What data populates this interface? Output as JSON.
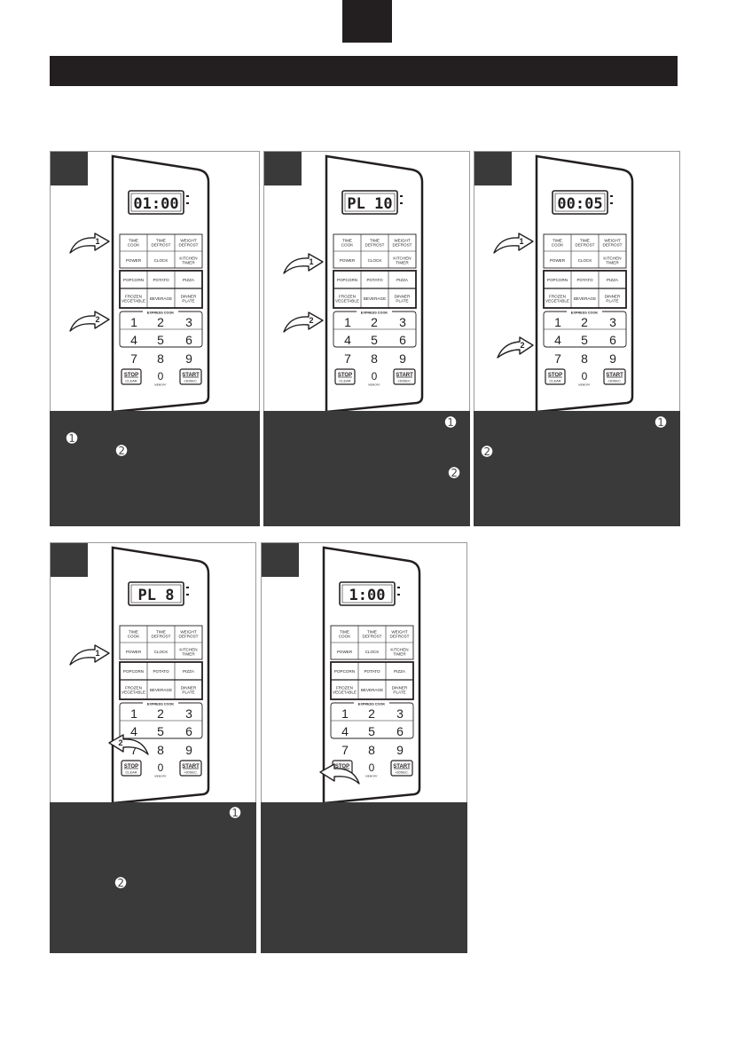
{
  "panels": [
    {
      "display": "01:00",
      "pads": {
        "row1": [
          "TIME\nCOOK",
          "TIME\nDEFROST",
          "WEIGHT\nDEFROST"
        ],
        "row2": [
          "POWER",
          "CLOCK",
          "KITCHEN\nTIMER"
        ],
        "row3": [
          "POPCORN",
          "POTATO",
          "PIZZA"
        ],
        "row4": [
          "FROZEN\nVEGETABLE",
          "BEVERAGE",
          "DINNER\nPLATE"
        ],
        "express": "EXPRESS COOK",
        "digits": [
          "1",
          "2",
          "3",
          "4",
          "5",
          "6",
          "7",
          "8",
          "9",
          "0"
        ],
        "memory": "MEMORY",
        "stop": "STOP",
        "clear": "CLEAR",
        "start": "START",
        "plus30": "+30SEC."
      },
      "arrows": [
        "1",
        "2"
      ]
    },
    {
      "display": "PL 10",
      "arrows": [
        "1",
        "2"
      ]
    },
    {
      "display": "00:05",
      "arrows": [
        "1",
        "2"
      ]
    },
    {
      "display": "PL 8",
      "arrows": [
        "1",
        "2"
      ]
    },
    {
      "display": "1:00",
      "arrows": []
    }
  ],
  "colors": {
    "dark": "#231f20",
    "caption": "#3a3a3a",
    "border": "#9a9a9a"
  },
  "icons": [
    "circled-number-1-icon",
    "circled-number-2-icon"
  ]
}
